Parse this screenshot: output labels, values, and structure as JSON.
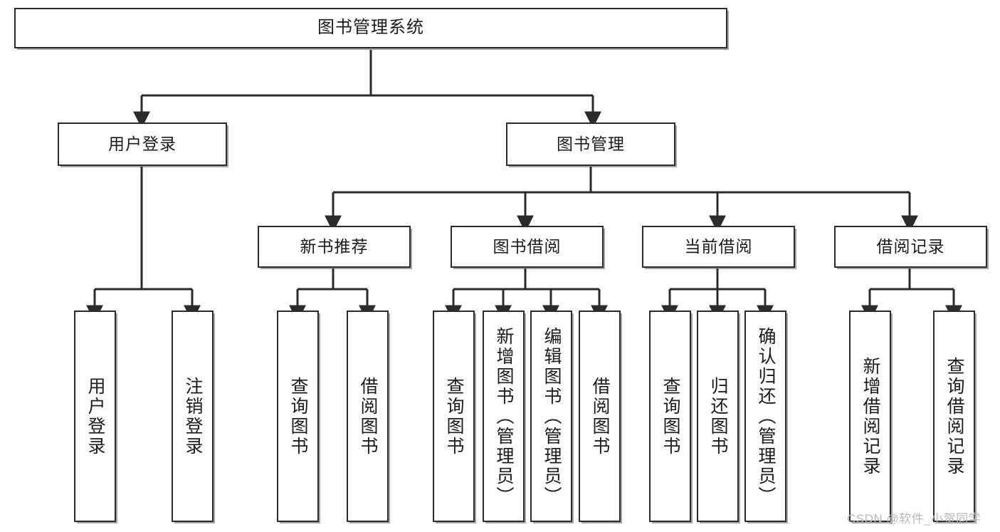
{
  "diagram": {
    "title": "图书管理系统",
    "type": "tree-hierarchy-diagram",
    "colors": {
      "box_border": "#2b2b2b",
      "box_fill": "#ffffff",
      "connector": "#2b2b2b",
      "watermark": "#b9b9b9",
      "background": "#ffffff"
    },
    "nodes": {
      "root": {
        "label": "图书管理系统"
      },
      "level2": [
        {
          "id": "user-login",
          "label": "用户登录"
        },
        {
          "id": "book-management",
          "label": "图书管理"
        }
      ],
      "level3": [
        {
          "id": "new-book-recommend",
          "label": "新书推荐"
        },
        {
          "id": "book-borrow",
          "label": "图书借阅"
        },
        {
          "id": "current-borrow",
          "label": "当前借阅"
        },
        {
          "id": "borrow-record",
          "label": "借阅记录"
        }
      ],
      "leaves": {
        "user_login": [
          {
            "id": "leaf-user-login",
            "label": "用户登录"
          },
          {
            "id": "leaf-logout-login",
            "label": "注销登录"
          }
        ],
        "new_book_recommend": [
          {
            "id": "leaf-query-book-1",
            "label": "查询图书"
          },
          {
            "id": "leaf-borrow-book-1",
            "label": "借阅图书"
          }
        ],
        "book_borrow": [
          {
            "id": "leaf-query-book-2",
            "label": "查询图书"
          },
          {
            "id": "leaf-add-book",
            "label": "新增图书（管理员）"
          },
          {
            "id": "leaf-edit-book",
            "label": "编辑图书（管理员）"
          },
          {
            "id": "leaf-borrow-book-2",
            "label": "借阅图书"
          }
        ],
        "current_borrow": [
          {
            "id": "leaf-query-book-3",
            "label": "查询图书"
          },
          {
            "id": "leaf-return-book",
            "label": "归还图书"
          },
          {
            "id": "leaf-confirm-return",
            "label": "确认归还（管理员）"
          }
        ],
        "borrow_record": [
          {
            "id": "leaf-add-borrow-record",
            "label": "新增借阅记录"
          },
          {
            "id": "leaf-query-borrow-record",
            "label": "查询借阅记录"
          }
        ]
      }
    },
    "watermark": "CSDN @软件_小贺同学"
  }
}
